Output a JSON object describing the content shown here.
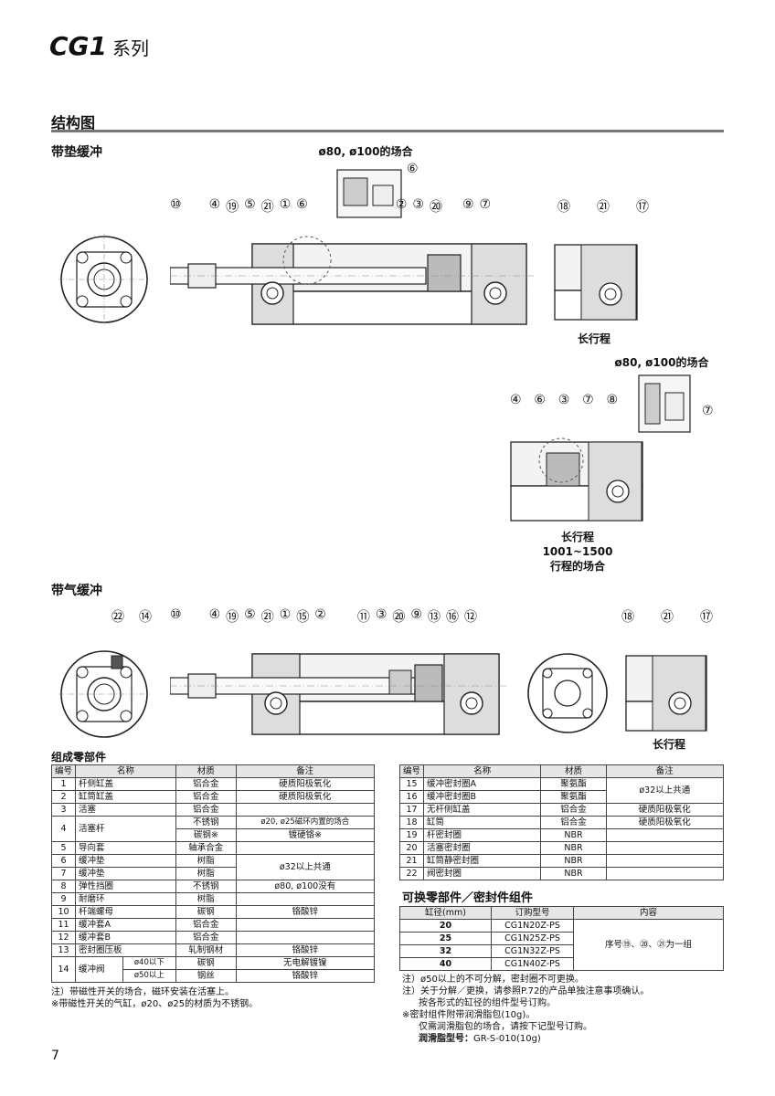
{
  "header": {
    "series": "CG1",
    "series_suffix": "系列"
  },
  "structure": {
    "title": "结构图"
  },
  "cushion_rubber": {
    "title": "带垫缓冲",
    "detail_caption": "ø80, ø100的场合",
    "detail_callout": "⑥",
    "main_callouts": [
      "⑩",
      "④",
      "⑲",
      "⑤",
      "㉑",
      "①",
      "⑥",
      "②",
      "③",
      "⑳",
      "⑨",
      "⑦"
    ],
    "long_callouts": [
      "⑱",
      "㉑",
      "⑰"
    ],
    "long_caption": "长行程",
    "detail2_caption": "ø80, ø100的场合",
    "detail2_callout": "⑦",
    "long2_callouts": [
      "④",
      "⑥",
      "③",
      "⑦",
      "⑧"
    ],
    "long2_caption_1": "长行程",
    "long2_caption_2": "1001~1500",
    "long2_caption_3": "行程的场合"
  },
  "cushion_air": {
    "title": "带气缓冲",
    "end_callouts": [
      "㉒",
      "⑭"
    ],
    "main_callouts": [
      "⑩",
      "④",
      "⑲",
      "⑤",
      "㉑",
      "①",
      "⑮",
      "②",
      "⑪",
      "③",
      "⑳",
      "⑨",
      "⑬",
      "⑯",
      "⑫"
    ],
    "long_callouts": [
      "⑱",
      "㉑",
      "⑰"
    ],
    "long_caption": "长行程"
  },
  "parts": {
    "title": "组成零部件",
    "headers": [
      "编号",
      "名称",
      "材质",
      "备注"
    ],
    "left_rows": [
      {
        "no": "1",
        "name": "杆侧缸盖",
        "material": "铝合金",
        "note": "硬质阳极氧化"
      },
      {
        "no": "2",
        "name": "缸筒缸盖",
        "material": "铝合金",
        "note": "硬质阳极氧化"
      },
      {
        "no": "3",
        "name": "活塞",
        "material": "铝合金",
        "note": ""
      },
      {
        "no": "4",
        "name": "活塞杆",
        "material": "不锈钢",
        "note": "ø20, ø25磁环内置的场合",
        "material2": "碳钢※",
        "note2": "镀硬铬※"
      },
      {
        "no": "5",
        "name": "导向套",
        "material": "轴承合金",
        "note": ""
      },
      {
        "no": "6",
        "name": "缓冲垫",
        "material": "树脂",
        "note": "ø32以上共通"
      },
      {
        "no": "7",
        "name": "缓冲垫",
        "material": "树脂",
        "note": ""
      },
      {
        "no": "8",
        "name": "弹性挡圈",
        "material": "不锈钢",
        "note": "ø80, ø100没有"
      },
      {
        "no": "9",
        "name": "耐磨环",
        "material": "树脂",
        "note": ""
      },
      {
        "no": "10",
        "name": "杆端螺母",
        "material": "碳钢",
        "note": "铬酸锌"
      },
      {
        "no": "11",
        "name": "缓冲套A",
        "material": "铝合金",
        "note": ""
      },
      {
        "no": "12",
        "name": "缓冲套B",
        "material": "铝合金",
        "note": ""
      },
      {
        "no": "13",
        "name": "密封圈压板",
        "material": "轧制钢材",
        "note": "铬酸锌"
      },
      {
        "no": "14",
        "name": "缓冲阀",
        "size1": "ø40以下",
        "material": "碳钢",
        "note": "无电解镀镍",
        "size2": "ø50以上",
        "material2": "钢丝",
        "note2": "铬酸锌"
      }
    ],
    "right_rows": [
      {
        "no": "15",
        "name": "缓冲密封圈A",
        "material": "聚氨酯",
        "note": "ø32以上共通"
      },
      {
        "no": "16",
        "name": "缓冲密封圈B",
        "material": "聚氨酯",
        "note": ""
      },
      {
        "no": "17",
        "name": "无杆侧缸盖",
        "material": "铝合金",
        "note": "硬质阳极氧化"
      },
      {
        "no": "18",
        "name": "缸筒",
        "material": "铝合金",
        "note": "硬质阳极氧化"
      },
      {
        "no": "19",
        "name": "杆密封圈",
        "material": "NBR",
        "note": ""
      },
      {
        "no": "20",
        "name": "活塞密封圈",
        "material": "NBR",
        "note": ""
      },
      {
        "no": "21",
        "name": "缸筒静密封圈",
        "material": "NBR",
        "note": ""
      },
      {
        "no": "22",
        "name": "阀密封圈",
        "material": "NBR",
        "note": ""
      }
    ],
    "footnote_1": "注）带磁性开关的场合，磁环安装在活塞上。",
    "footnote_2": "※带磁性开关的气缸，ø20、ø25的材质为不锈钢。"
  },
  "replacement": {
    "title": "可换零部件／密封件组件",
    "headers": [
      "缸径(mm)",
      "订购型号",
      "内容"
    ],
    "rows": [
      {
        "bore": "20",
        "model": "CG1N20Z-PS"
      },
      {
        "bore": "25",
        "model": "CG1N25Z-PS"
      },
      {
        "bore": "32",
        "model": "CG1N32Z-PS"
      },
      {
        "bore": "40",
        "model": "CG1N40Z-PS"
      }
    ],
    "content": "序号⑲、⑳、㉑为一组",
    "note_1": "注）ø50以上的不可分解，密封圈不可更换。",
    "note_2": "注）关于分解／更换，请参照P.72的产品单独注意事项确认。",
    "note_3": "按各形式的缸径的组件型号订购。",
    "note_4": "※密封组件附带润滑脂包(10g)。",
    "note_5": "仅需润滑脂包的场合，请按下记型号订购。",
    "grease_label": "润滑脂型号：",
    "grease_model": "GR-S-010(10g)"
  },
  "page": {
    "number": "7"
  }
}
